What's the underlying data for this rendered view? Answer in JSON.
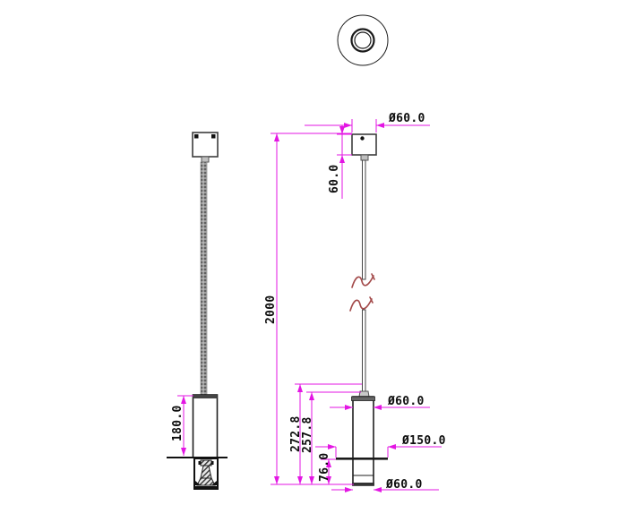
{
  "drawing": {
    "colors": {
      "dimension": "#e316e3",
      "line": "#1a1a1a",
      "break_mark": "#a34a4a",
      "background": "#ffffff"
    },
    "views": {
      "front": {
        "dimensions": {
          "body_height": "180.0"
        }
      },
      "side": {
        "dimensions": {
          "canopy_diameter": "Ø60.0",
          "canopy_height": "60.0",
          "suspension_length": "2000",
          "lamp_total_height": "272.8",
          "lamp_upper_height": "257.8",
          "lamp_lower_height": "76.0",
          "body_diameter": "Ø60.0",
          "trim_ring_diameter": "Ø150.0",
          "base_diameter": "Ø60.0"
        }
      }
    }
  }
}
